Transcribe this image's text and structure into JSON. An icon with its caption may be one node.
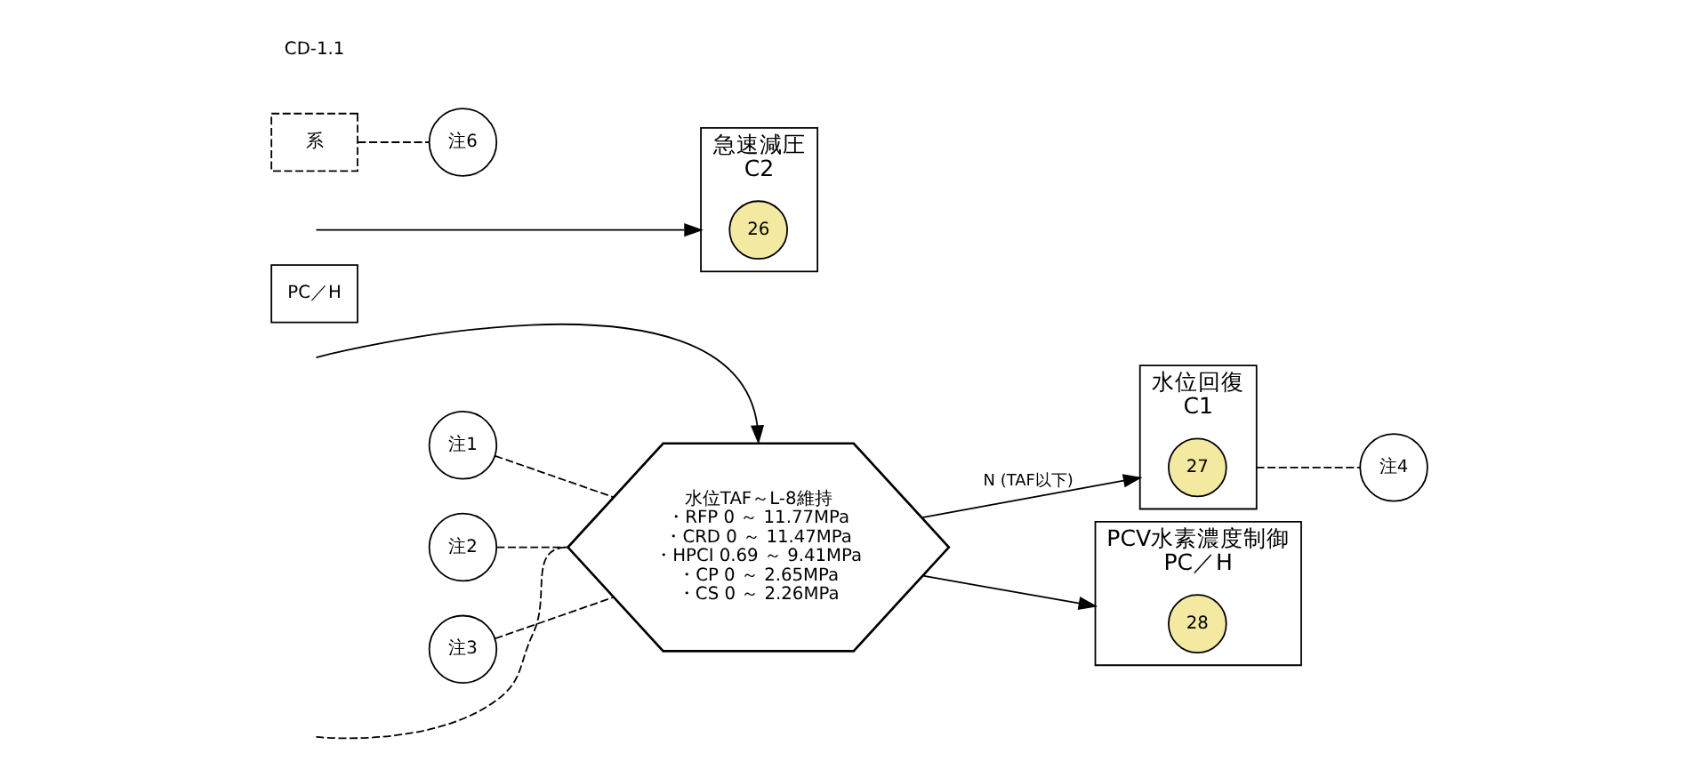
{
  "diagram": {
    "nodes": [
      {
        "text": [
          "水位TAF～L-8維持",
          "・RFP 0 ～ 11.77MPa",
          "・CRD 0 ～ 11.47MPa",
          "・HPCI 0.69 ～ 9.41MPa",
          "・CP 0 ～ 2.65MPa",
          "・CS 0 ～ 2.26MPa"
        ]
      },
      {
        "text": [
          "注1"
        ]
      },
      {
        "text": [
          "注2"
        ]
      },
      {
        "text": [
          "注3"
        ]
      },
      {
        "text": [
          "PC／H"
        ]
      },
      {
        "text": [
          "急速減圧",
          "C2"
        ]
      },
      {
        "text": [
          "26"
        ],
        "in": 5
      },
      {
        "text": [
          "系"
        ]
      },
      {
        "text": [
          "注6"
        ]
      },
      {
        "text": [
          "水位回復",
          "C1"
        ]
      },
      {
        "text": [
          "27"
        ],
        "in": 9
      },
      {
        "text": [
          "PCV水素濃度制御",
          "PC／H"
        ]
      },
      {
        "text": [
          "28"
        ],
        "in": 11
      },
      {
        "text": [
          "注4"
        ]
      }
    ],
    "edges": [
      {
        "from": null,
        "to": 0,
        "arrow": "to"
      },
      {
        "from": null,
        "to": 0,
        "arrow": "none",
        "style": "dashed"
      },
      {
        "from": 1,
        "to": 0,
        "arrow": "none",
        "style": "dashed"
      },
      {
        "from": 2,
        "to": 0,
        "arrow": "none",
        "style": "dashed"
      },
      {
        "from": 3,
        "to": 0,
        "arrow": "none",
        "style": "dashed"
      },
      {
        "from": 0,
        "to": 9,
        "arrow": "to",
        "label": "N (TAF以下)"
      },
      {
        "from": 0,
        "to": 11,
        "arrow": "to"
      },
      {
        "from": null,
        "to": 5,
        "arrow": "to"
      },
      {
        "from": 7,
        "to": 8,
        "arrow": "none",
        "style": "dashed"
      },
      {
        "from": 9,
        "to": 13,
        "arrow": "none",
        "style": "dashed"
      }
    ],
    "labels": [
      "CD-1.1"
    ]
  }
}
